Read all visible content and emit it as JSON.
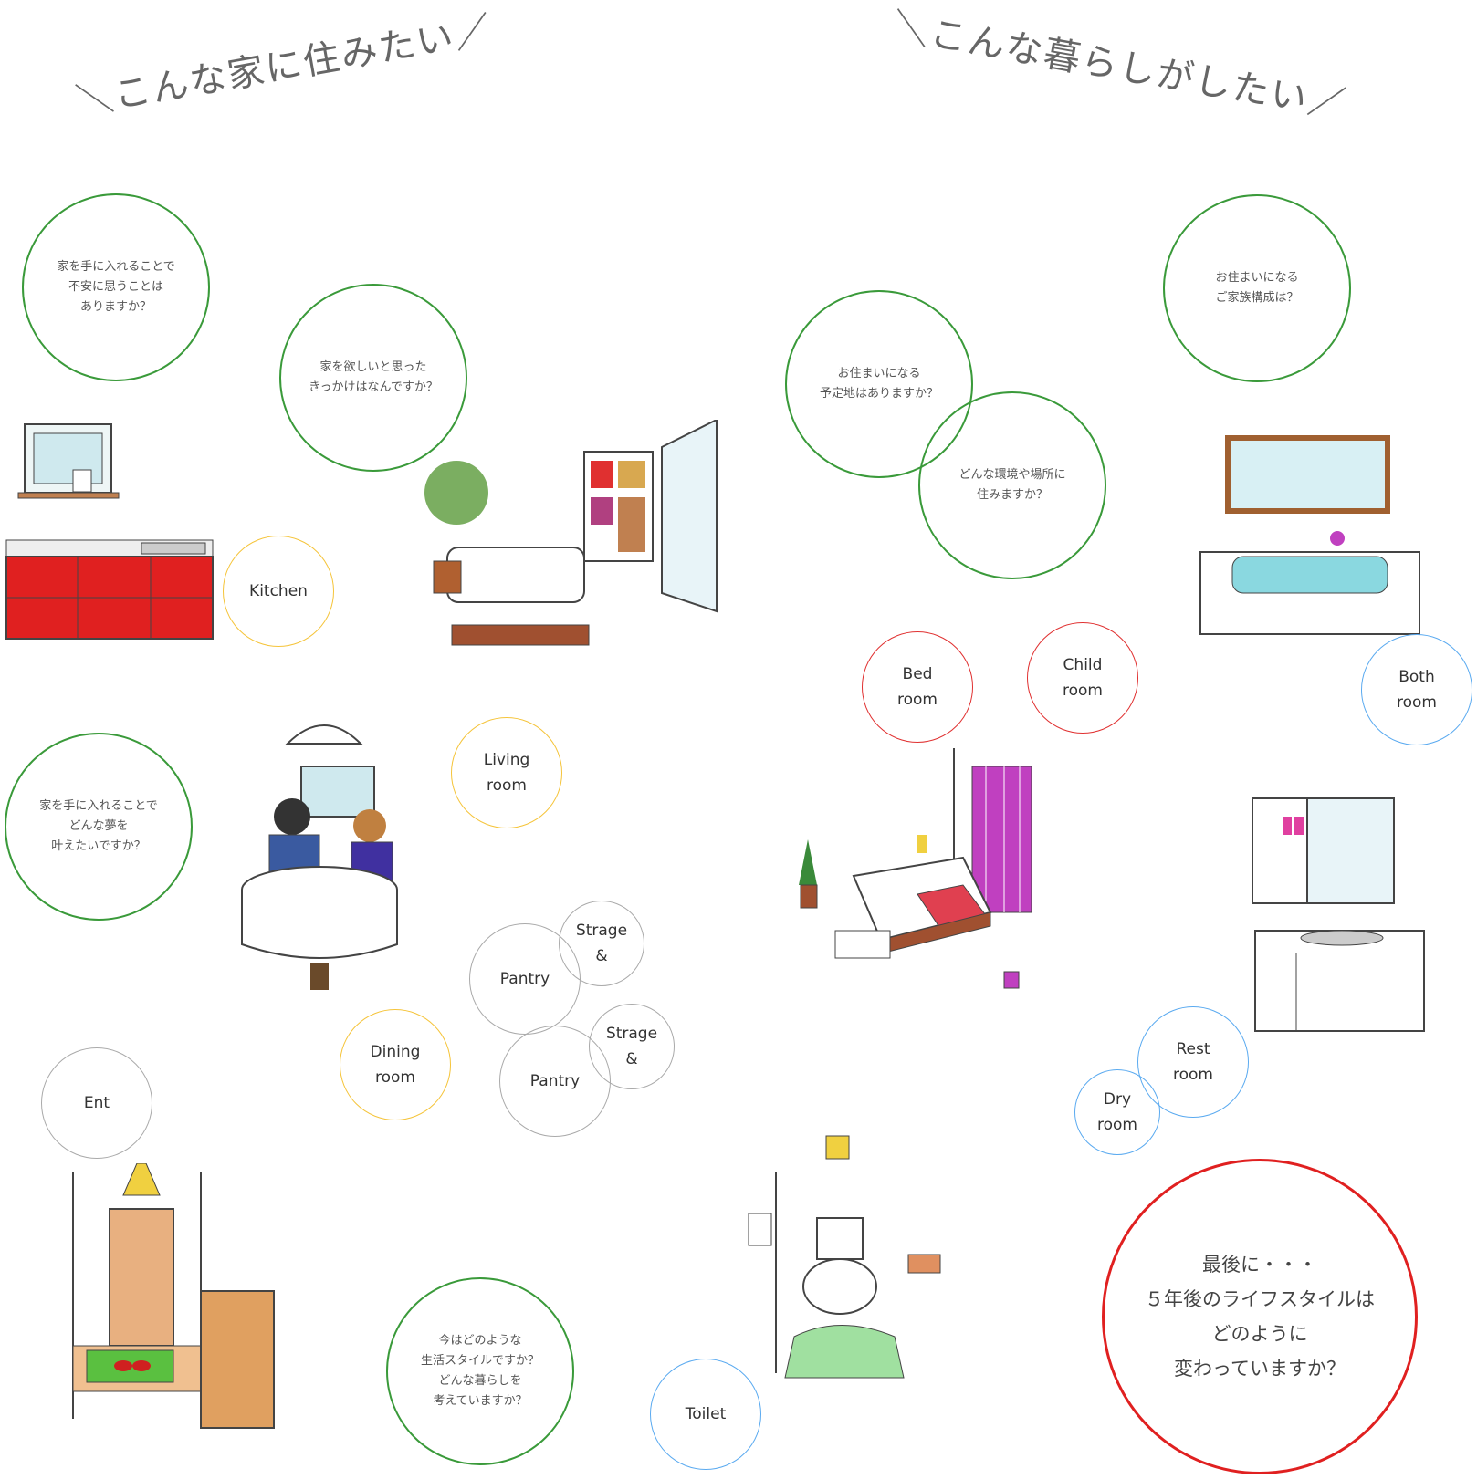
{
  "headings": {
    "left": "＼こんな家に住みたい／",
    "right": "＼こんな暮らしがしたい／"
  },
  "questions": {
    "anxiety": "家を手に入れることで\n不安に思うことは\nありますか？",
    "trigger": "家を欲しいと思った\nきっかけはなんですか？",
    "dream": "家を手に入れることで\nどんな夢を\n叶えたいですか？",
    "lifestyle": "今はどのような\n生活スタイルですか？\nどんな暮らしを\n考えていますか？",
    "site": "お住まいになる\n予定地はありますか？",
    "environment": "どんな環境や場所に\n住みますか？",
    "family": "お住まいになる\nご家族構成は？",
    "final": "最後に・・・\n５年後のライフスタイルは\nどのように\n変わっていますか？"
  },
  "rooms": {
    "kitchen": "Kitchen",
    "living": "Living\nroom",
    "dining": "Dining\nroom",
    "pantry1": "Pantry",
    "strage1": "Strage\n&",
    "pantry2": "Pantry",
    "strage2": "Strage\n&",
    "ent": "Ent",
    "toilet": "Toilet",
    "bed": "Bed\nroom",
    "child": "Child\nroom",
    "both": "Both\nroom",
    "rest": "Rest\nroom",
    "dry": "Dry\nroom"
  },
  "colors": {
    "question": "#3a9a3a",
    "ldk": "#f5c43a",
    "storage": "#aaaaaa",
    "private": "#e03030",
    "water": "#5aaaf0",
    "final": "#e02020"
  }
}
